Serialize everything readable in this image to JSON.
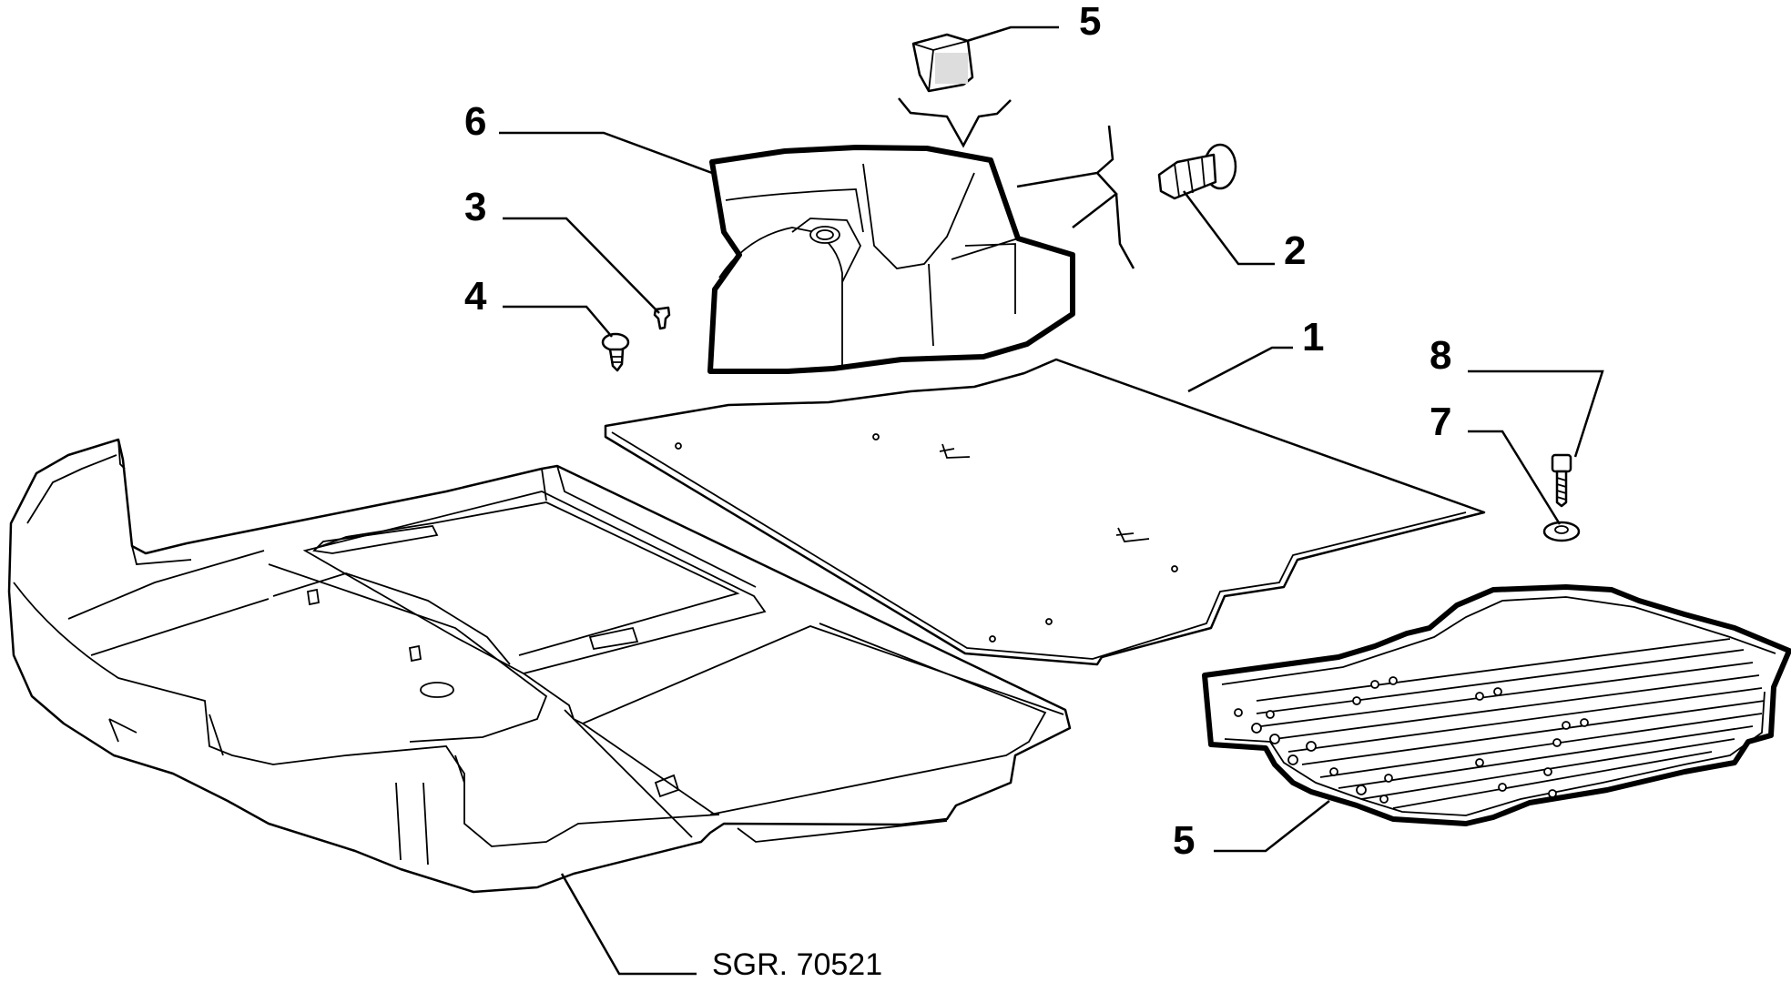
{
  "callouts": {
    "c5_top": "5",
    "c6": "6",
    "c3": "3",
    "c4": "4",
    "c2": "2",
    "c1": "1",
    "c8": "8",
    "c7": "7",
    "c5_bottom": "5"
  },
  "reference": "SGR. 70521"
}
